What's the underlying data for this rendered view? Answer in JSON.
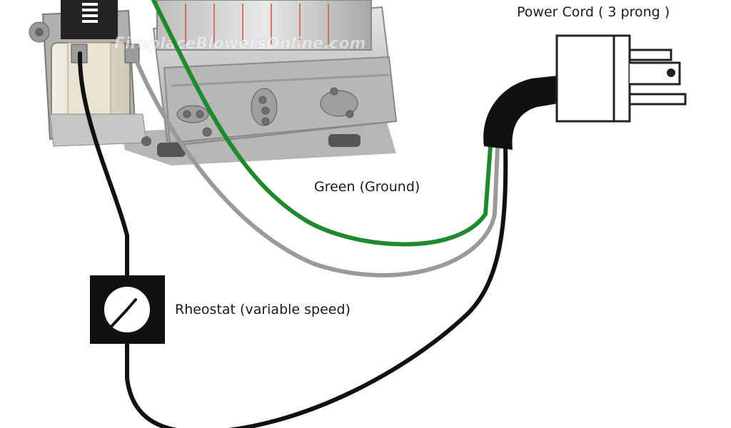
{
  "labels": {
    "power_cord": "Power Cord ( 3 prong )",
    "ground": "Green (Ground)",
    "rheostat": "Rheostat (variable speed)"
  },
  "watermark": "FireplaceBlowersOnline.com",
  "colors": {
    "ground_wire": "#1e8a2e",
    "neutral_wire": "#9a9a9a",
    "hot_wire": "#111111",
    "motor_body": "#c9c9c9",
    "motor_shadow": "#8c8c8c",
    "plug_outline": "#222222",
    "cord": "#111111",
    "background": "#ffffff"
  },
  "icons": [
    "blower-motor-icon",
    "power-plug-icon",
    "rheostat-icon"
  ]
}
